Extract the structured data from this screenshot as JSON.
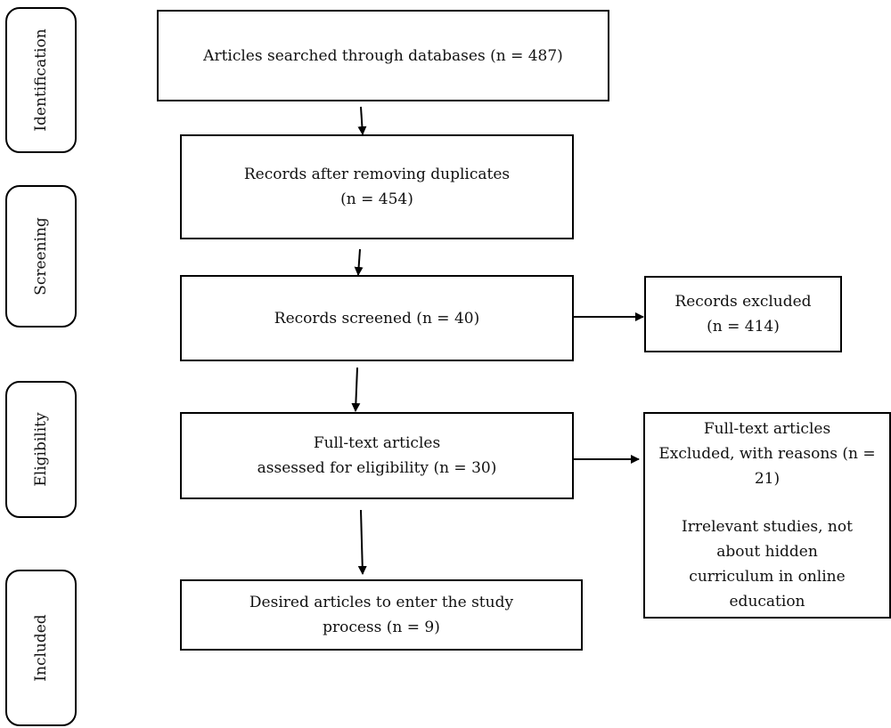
{
  "stages": {
    "identification": "Identification",
    "screening": "Screening",
    "eligibility": "Eligibility",
    "included": "Included"
  },
  "boxes": {
    "searched": {
      "line1": "Articles searched through databases (n = 487)"
    },
    "deduplicated": {
      "line1": "Records after removing duplicates",
      "line2": "(n = 454)"
    },
    "screened": {
      "line1": "Records screened (n = 40)"
    },
    "excluded": {
      "line1": "Records excluded",
      "line2": "(n = 414)"
    },
    "fulltext": {
      "line1": "Full-text articles",
      "line2": "assessed for eligibility (n = 30)"
    },
    "fulltext_excluded": {
      "line1": "Full-text articles",
      "line2": "Excluded, with reasons (n = 21)",
      "reason1": "Irrelevant studies, not",
      "reason2": "about hidden",
      "reason3": "curriculum in online",
      "reason4": "education"
    },
    "included": {
      "line1": "Desired articles to enter the study",
      "line2": "process (n = 9)"
    }
  }
}
